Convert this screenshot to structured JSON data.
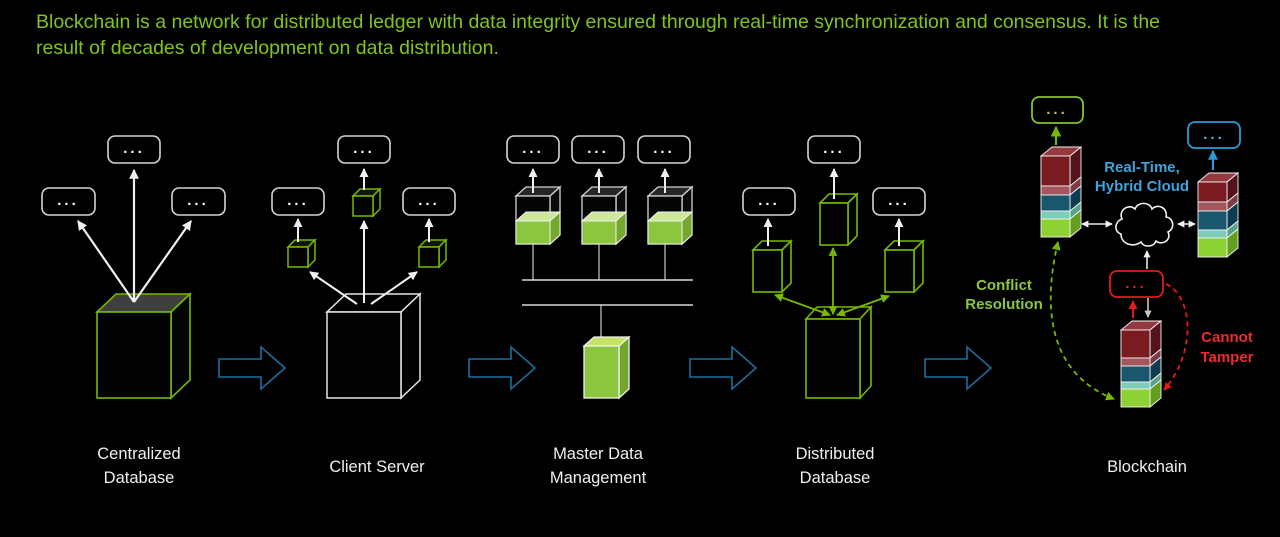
{
  "title": {
    "line1": "Blockchain is a network for distributed ledger with data integrity ensured through real-time synchronization and consensus.  It is the",
    "line2": "result of decades of development on data distribution."
  },
  "stages": [
    {
      "id": "centralized-database",
      "label_line1": "Centralized",
      "label_line2": "Database"
    },
    {
      "id": "client-server",
      "label_line1": "Client Server",
      "label_line2": ""
    },
    {
      "id": "master-data-management",
      "label_line1": "Master Data",
      "label_line2": "Management"
    },
    {
      "id": "distributed-database",
      "label_line1": "Distributed",
      "label_line2": "Database"
    },
    {
      "id": "blockchain",
      "label_line1": "Blockchain",
      "label_line2": ""
    }
  ],
  "annotations": {
    "real_time_line1": "Real-Time,",
    "real_time_line2": "Hybrid Cloud",
    "conflict_line1": "Conflict",
    "conflict_line2": "Resolution",
    "tamper_line1": "Cannot",
    "tamper_line2": "Tamper"
  },
  "terminal_dots": "...",
  "colors": {
    "background": "#000000",
    "title_green": "#7FC41E",
    "accent_green": "#76B900",
    "steel_blue_arrow": "#1F6E9E",
    "annotation_blue": "#3FA3DC",
    "annotation_red": "#E21B1B",
    "block_red": "#7A1B22",
    "block_blue": "#19576F",
    "block_green": "#8CC63F",
    "terminal_white": "#D4D4D4"
  }
}
